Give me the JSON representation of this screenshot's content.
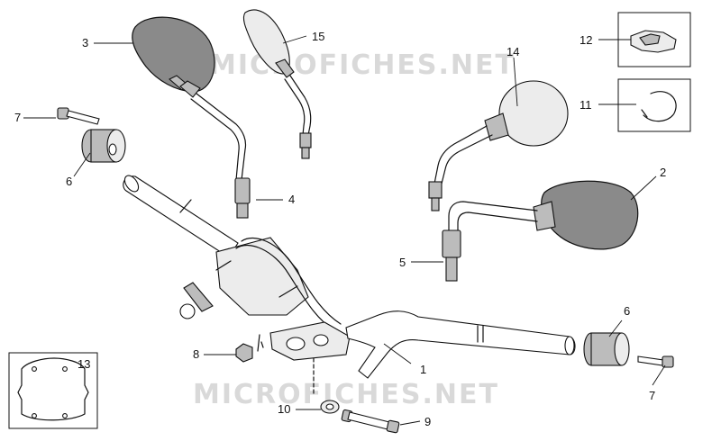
{
  "watermarks": [
    "MICROFICHES.NET",
    "MICROFICHES.NET"
  ],
  "labels": {
    "p1": "1",
    "p2": "2",
    "p3": "3",
    "p4": "4",
    "p5": "5",
    "p6a": "6",
    "p6b": "6",
    "p7a": "7",
    "p7b": "7",
    "p8": "8",
    "p9": "9",
    "p10": "10",
    "p11": "11",
    "p12": "12",
    "p13": "13",
    "p14": "14",
    "p15": "15"
  }
}
